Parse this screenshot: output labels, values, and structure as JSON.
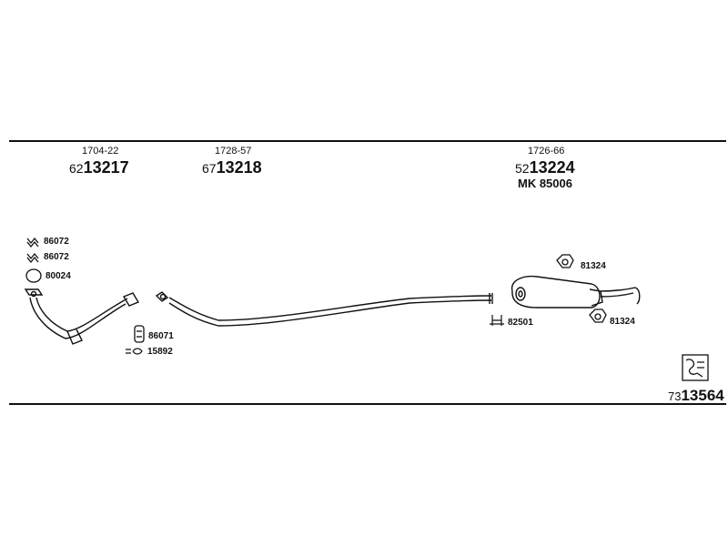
{
  "assemblies": [
    {
      "ref": "1704-22",
      "prefix": "62",
      "code": "13217"
    },
    {
      "ref": "1728-57",
      "prefix": "67",
      "code": "13218"
    },
    {
      "ref": "1726-66",
      "prefix": "52",
      "code": "13224",
      "extra": "MK  85006"
    }
  ],
  "parts": {
    "gasket_a": "86072",
    "gasket_b": "86072",
    "ring": "80024",
    "rubber_mount": "86071",
    "clamp_small": "15892",
    "clamp_mid": "82501",
    "hanger_top": "81324",
    "hanger_bottom": "81324"
  },
  "kit": {
    "prefix": "73",
    "code": "13564"
  },
  "icons": [
    "gasket-icon",
    "ring-icon",
    "rubber-mount-icon",
    "clamp-icon",
    "hanger-icon",
    "kit-box-icon"
  ]
}
